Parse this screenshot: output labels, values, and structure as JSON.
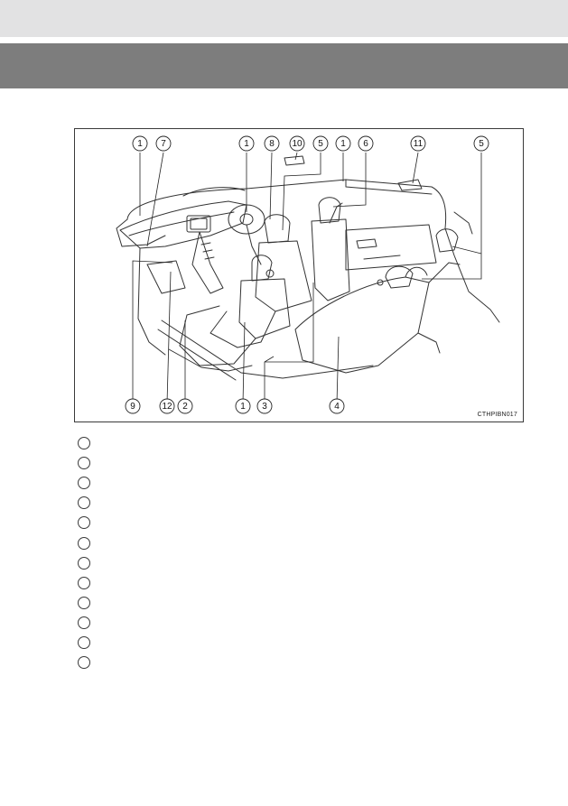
{
  "figure": {
    "code": "CTHPIBN017",
    "callouts_top": [
      "1",
      "7",
      "1",
      "8",
      "10",
      "5",
      "1",
      "6",
      "11",
      "5"
    ],
    "callouts_bottom": [
      "9",
      "12",
      "2",
      "1",
      "3",
      "4"
    ]
  },
  "legend": {
    "items": [
      {
        "num": "",
        "label": ""
      },
      {
        "num": "",
        "label": ""
      },
      {
        "num": "",
        "label": ""
      },
      {
        "num": "",
        "label": ""
      },
      {
        "num": "",
        "label": ""
      },
      {
        "num": "",
        "label": ""
      },
      {
        "num": "",
        "label": ""
      },
      {
        "num": "",
        "label": ""
      },
      {
        "num": "",
        "label": ""
      },
      {
        "num": "",
        "label": ""
      },
      {
        "num": "",
        "label": ""
      },
      {
        "num": "",
        "label": ""
      }
    ]
  }
}
